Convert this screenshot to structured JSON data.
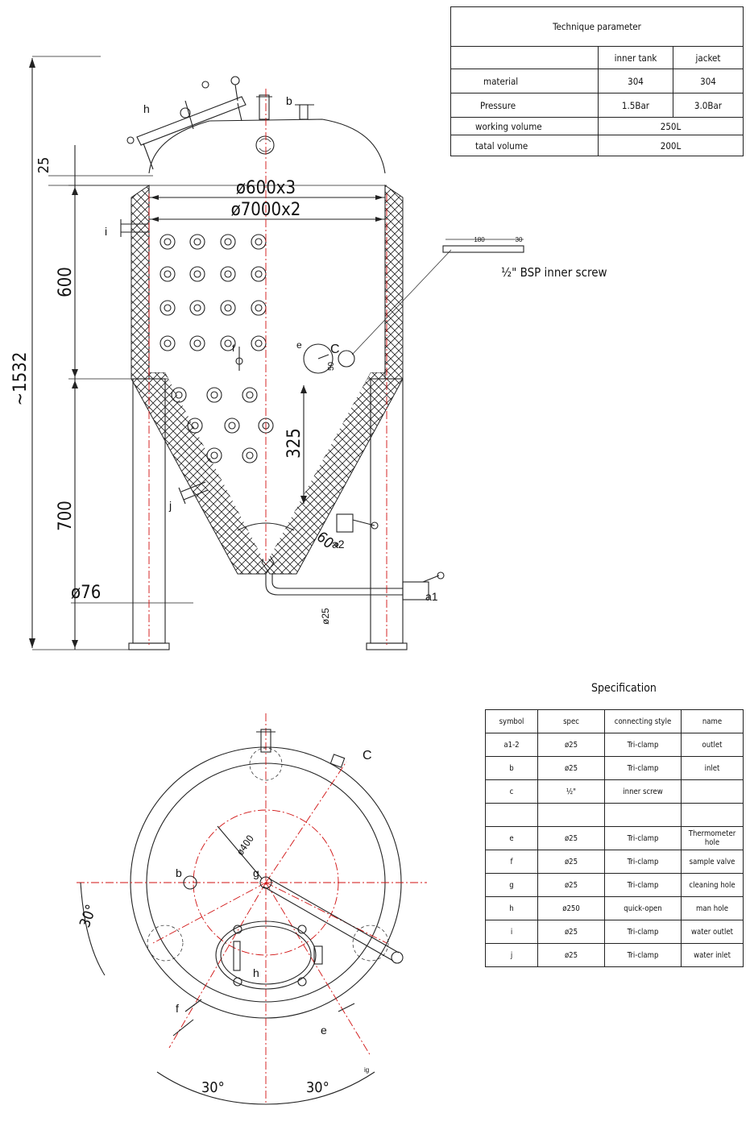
{
  "tech_table": {
    "title": "Technique parameter",
    "col_inner": "inner tank",
    "col_jacket": "jacket",
    "rows": [
      {
        "label": "material",
        "inner": "304",
        "jacket": "304"
      },
      {
        "label": "Pressure",
        "inner": "1.5Bar",
        "jacket": "3.0Bar"
      },
      {
        "label": "working volume",
        "value": "250L"
      },
      {
        "label": "tatal volume",
        "value": "200L"
      }
    ]
  },
  "spec_table": {
    "title": "Specification",
    "headers": [
      "symbol",
      "spec",
      "connecting style",
      "name"
    ],
    "rows": [
      [
        "a1-2",
        "ø25",
        "Tri-clamp",
        "outlet"
      ],
      [
        "b",
        "ø25",
        "Tri-clamp",
        "inlet"
      ],
      [
        "c",
        "½\"",
        "inner screw",
        ""
      ],
      [
        "",
        "",
        "",
        ""
      ],
      [
        "e",
        "ø25",
        "Tri-clamp",
        "Thermometer hole"
      ],
      [
        "f",
        "ø25",
        "Tri-clamp",
        "sample valve"
      ],
      [
        "g",
        "ø25",
        "Tri-clamp",
        "cleaning hole"
      ],
      [
        "h",
        "ø250",
        "quick-open",
        "man hole"
      ],
      [
        "i",
        "ø25",
        "Tri-clamp",
        "water outlet"
      ],
      [
        "j",
        "ø25",
        "Tri-clamp",
        "water inlet"
      ]
    ]
  },
  "dims": {
    "total_height": "~1532",
    "top_25": "25",
    "inner_dia": "ø600x3",
    "outer_dia": "ø7000x2",
    "cyl_height": "600",
    "cone_height": "700",
    "leg_dia": "ø76",
    "depth_325": "325",
    "angle_60": "60°",
    "pipe_25": "ø25",
    "bsp_label": "½\" BSP  inner screw",
    "bsp_180": "180",
    "bsp_30": "30",
    "top_400": "ø400",
    "ang_30a": "30°",
    "ang_30b": "30°",
    "ang_30c": "30°",
    "e_50": "50"
  },
  "labels": {
    "h": "h",
    "b": "b",
    "i": "i",
    "j": "j",
    "e": "e",
    "c": "C",
    "f": "f",
    "a1": "a1",
    "a2": "a2",
    "top_b": "b",
    "top_g": "g",
    "top_h": "h",
    "top_f": "f",
    "top_e": "e",
    "top_c": "C",
    "top_ig": "ig"
  }
}
